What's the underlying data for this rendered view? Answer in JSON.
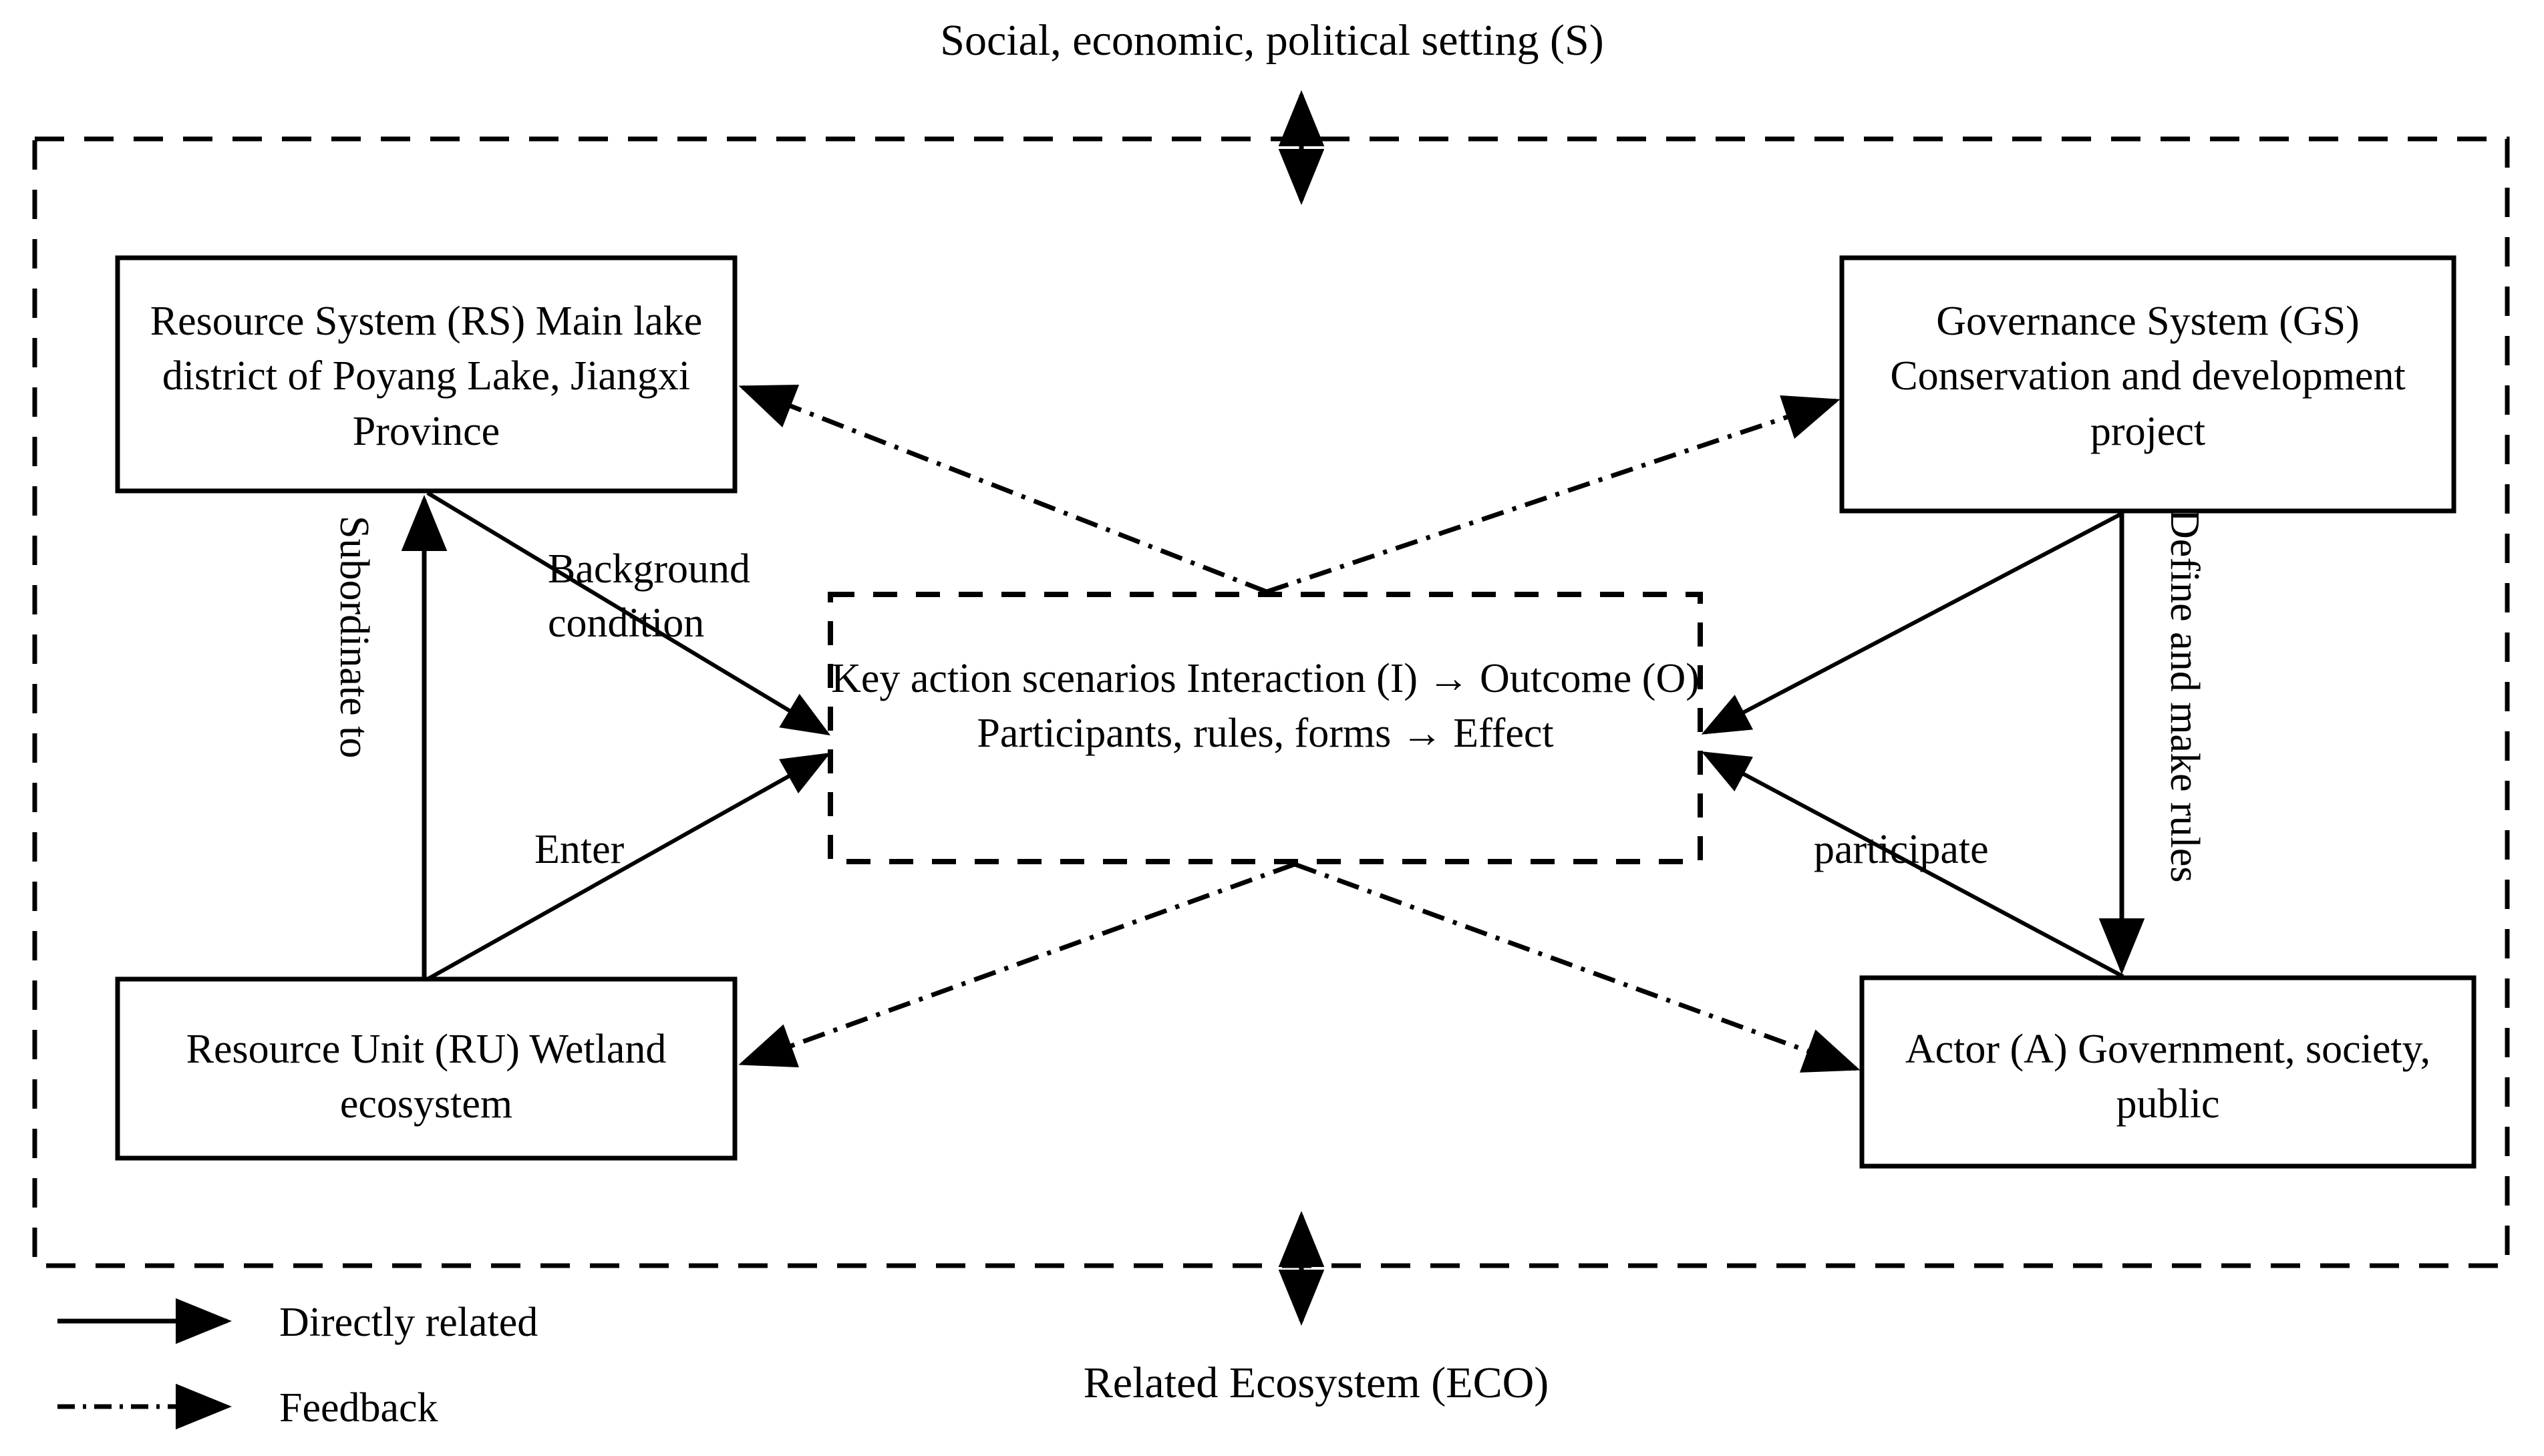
{
  "diagram": {
    "title_top": "Social, economic, political setting (S)",
    "title_bottom": "Related Ecosystem (ECO)",
    "nodes": {
      "resource_system": {
        "name": "Resource System (RS)",
        "detail_line1": "Main lake district of Poyang",
        "detail_line2": "Lake, Jiangxi Province",
        "text": "Resource System (RS)\nMain lake district of Poyang\nLake, Jiangxi Province"
      },
      "governance_system": {
        "name": "Governance System (GS)",
        "detail_line1": "Conservation and",
        "detail_line2": "development project",
        "text": "Governance System (GS)\nConservation and\ndevelopment project"
      },
      "resource_unit": {
        "name": "Resource Unit (RU)",
        "detail_line1": "Wetland ecosystem",
        "text": "Resource Unit (RU)\nWetland ecosystem"
      },
      "actor": {
        "name": "Actor (A)",
        "detail_line1": "Government, society, public",
        "text": "Actor (A)\nGovernment, society, public"
      },
      "key_action_scenarios": {
        "name": "Key action scenarios",
        "detail_line1": "Interaction (I) → Outcome (O)",
        "detail_line2": "Participants, rules, forms → Effect",
        "text": "Key action scenarios\nInteraction (I) → Outcome (O)\nParticipants, rules, forms → Effect"
      }
    },
    "edge_labels": {
      "subordinate_to": "Subordinate to",
      "background_condition": "Background\ncondition",
      "background_condition_line1": "Background",
      "background_condition_line2": "condition",
      "enter": "Enter",
      "participate": "participate",
      "define_and_make_rules": "Define and make rules"
    },
    "legend": {
      "items": [
        {
          "symbol": "solid-arrow",
          "label": "Directly related"
        },
        {
          "symbol": "dash-dot-arrow",
          "label": "Feedback"
        }
      ]
    },
    "colors": {
      "stroke": "#000000",
      "background": "#ffffff"
    }
  }
}
